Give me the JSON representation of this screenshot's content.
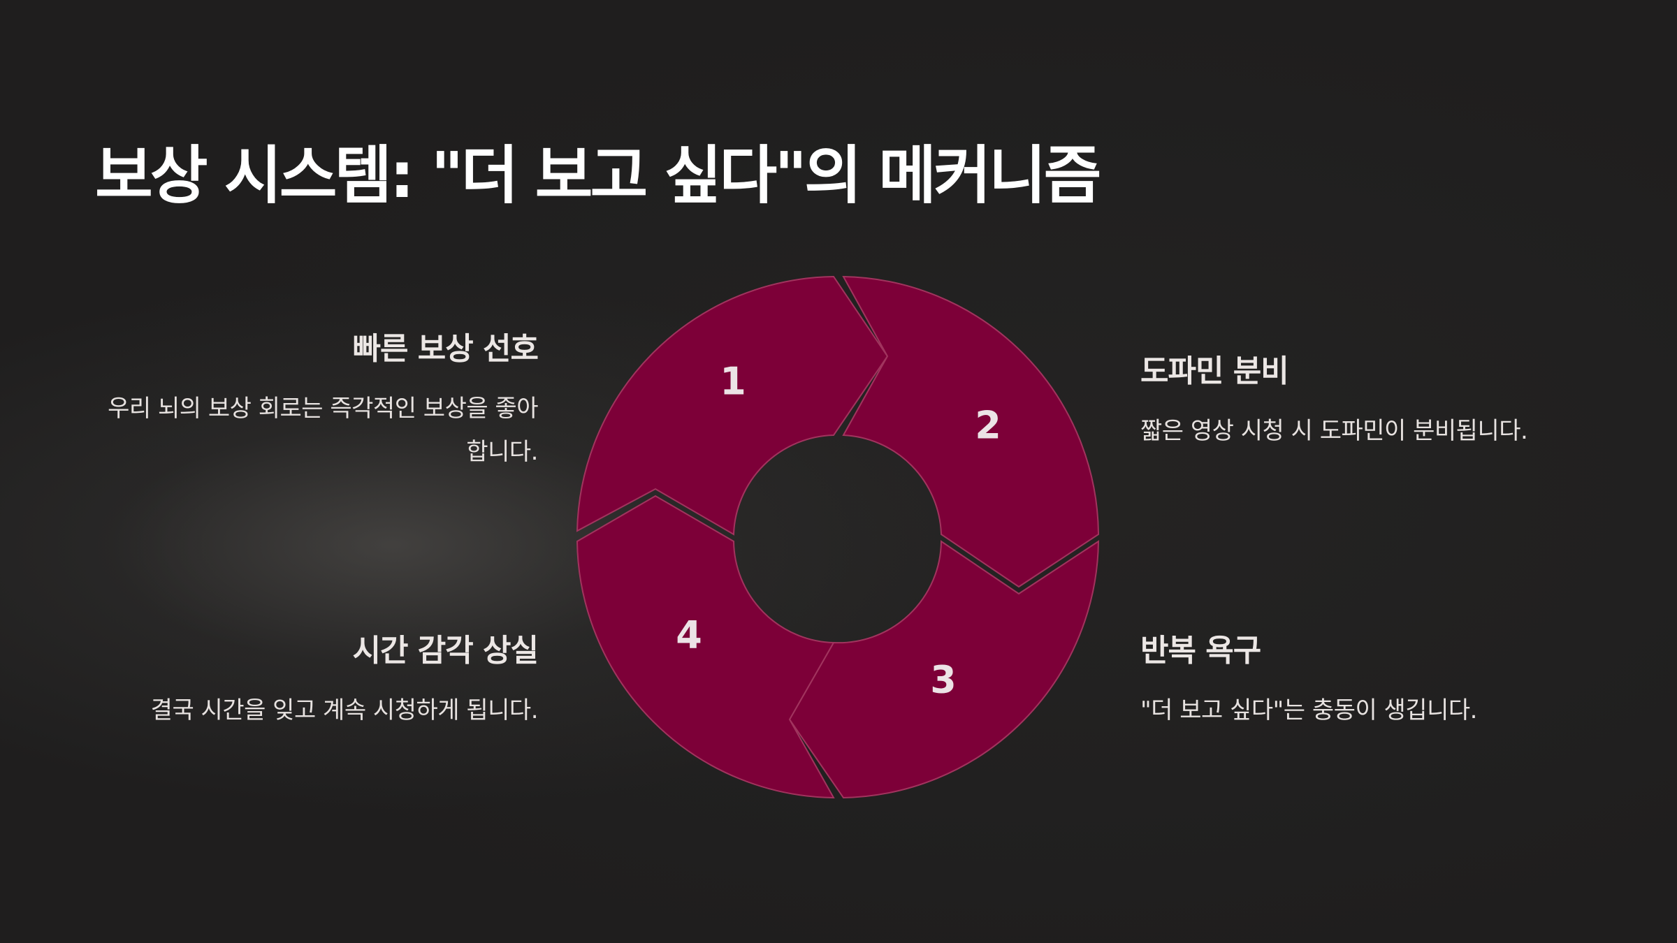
{
  "title": "보상 시스템: \"더 보고 싶다\"의 메커니즘",
  "diagram": {
    "colors": {
      "segment_fill": "#7d0038",
      "segment_stroke": "#a1345e",
      "background": "#1f1e1e"
    },
    "segments": [
      {
        "number": "1",
        "heading": "빠른 보상 선호",
        "text": "우리 뇌의 보상 회로는 즉각적인 보상을 좋아합니다."
      },
      {
        "number": "2",
        "heading": "도파민 분비",
        "text": "짧은 영상 시청 시 도파민이 분비됩니다."
      },
      {
        "number": "3",
        "heading": "반복 욕구",
        "text": "\"더 보고 싶다\"는 충동이 생깁니다."
      },
      {
        "number": "4",
        "heading": "시간 감각 상실",
        "text": "결국 시간을 잊고 계속 시청하게 됩니다."
      }
    ]
  }
}
